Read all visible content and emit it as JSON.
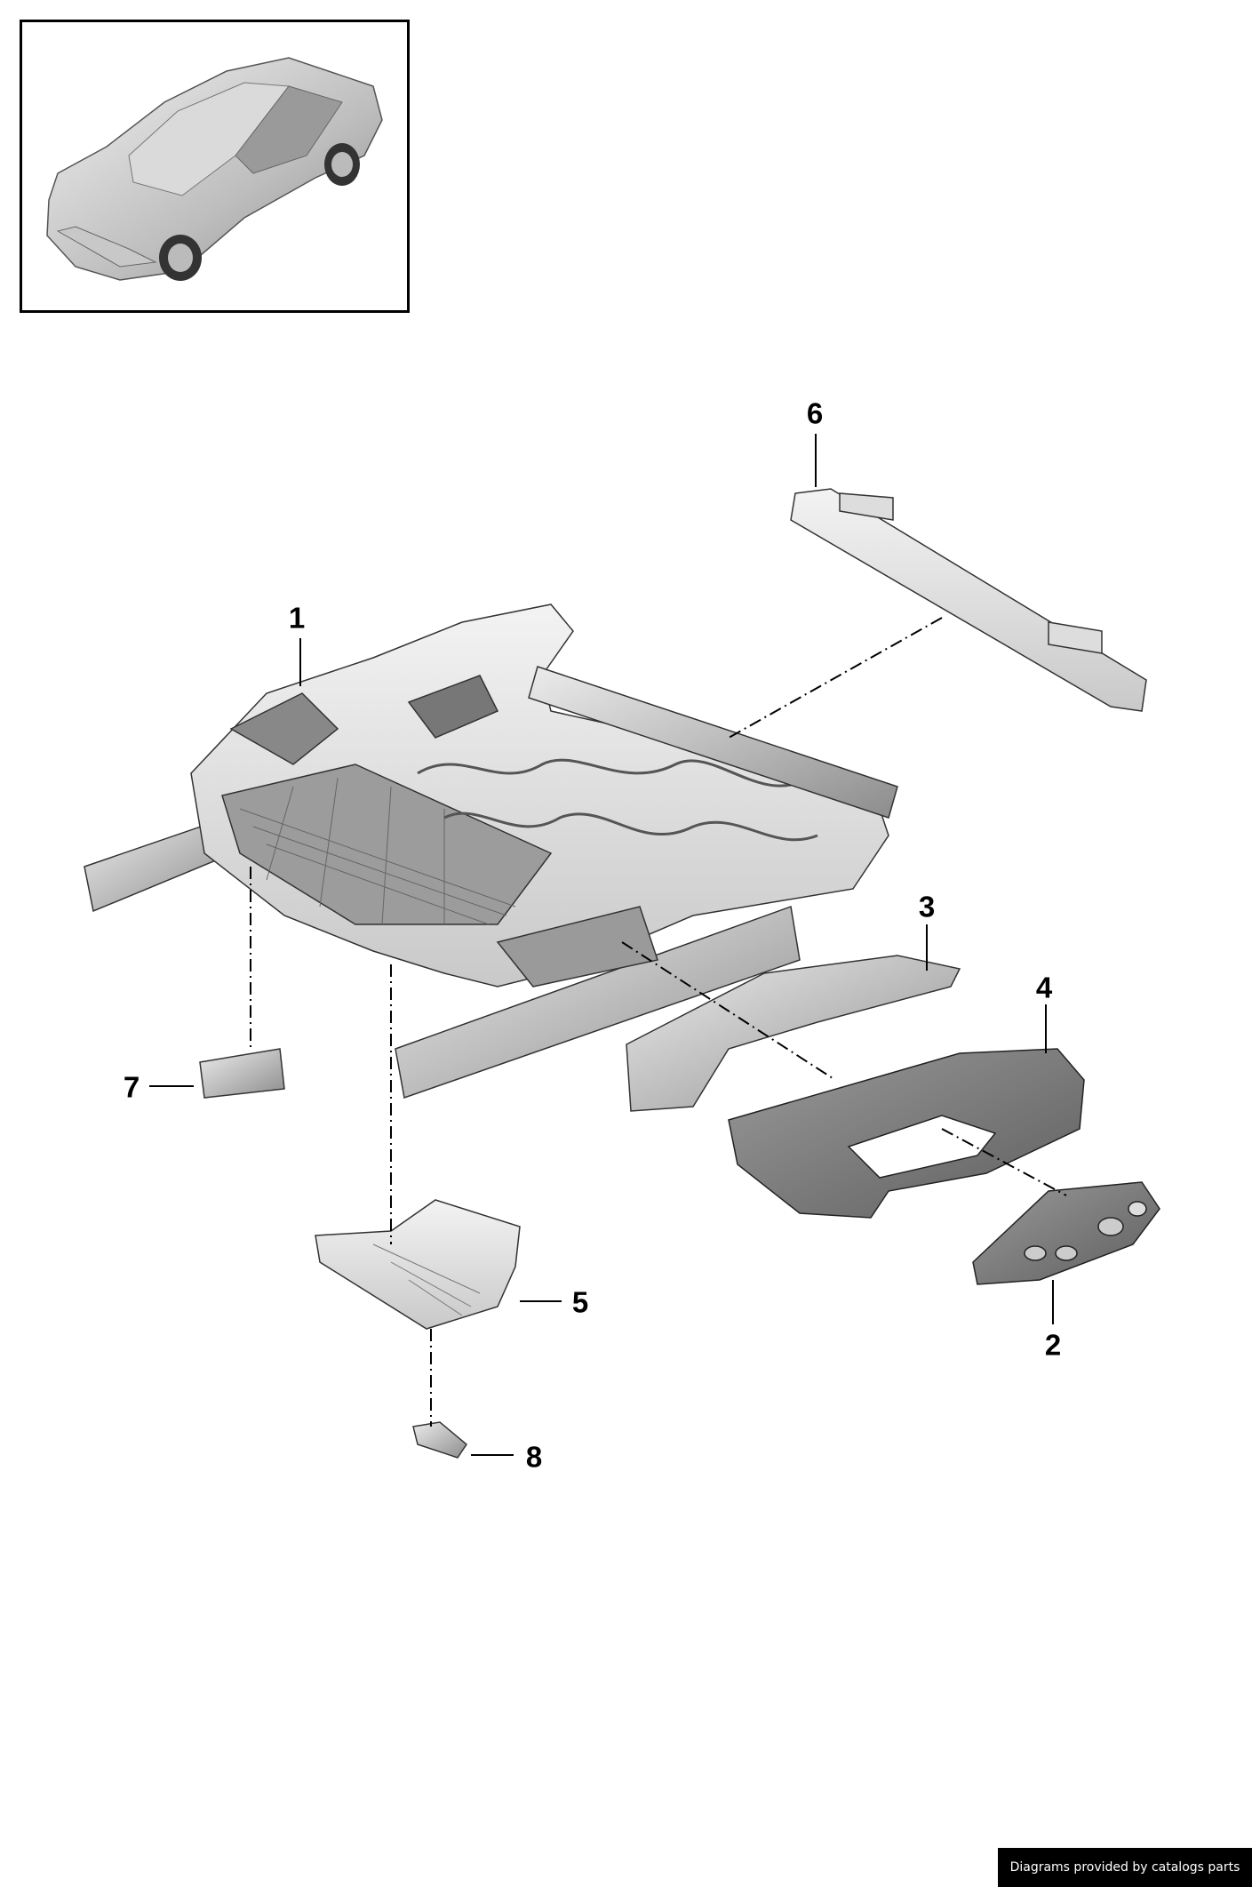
{
  "callouts": {
    "p1": "1",
    "p2": "2",
    "p3": "3",
    "p4": "4",
    "p5": "5",
    "p6": "6",
    "p7": "7",
    "p8": "8"
  },
  "footer": {
    "credit": "Diagrams provided by catalogs parts"
  },
  "colors": {
    "background": "#ffffff",
    "line": "#000000",
    "part_light": "#e4e4e4",
    "part_mid": "#b9b9b9",
    "part_dark": "#7d7d7d",
    "credit_bg": "#000000",
    "credit_text": "#ffffff"
  },
  "icons": {
    "thumbnail": "car-thumbnail-icon"
  }
}
